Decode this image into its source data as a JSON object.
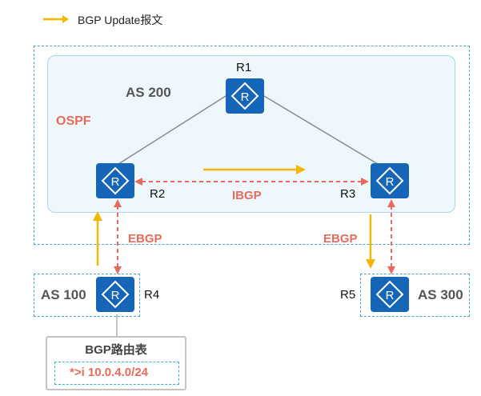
{
  "legend": {
    "label": "BGP Update报文"
  },
  "areas": {
    "as200": {
      "name": "AS 200",
      "igp": "OSPF"
    },
    "as100": {
      "name": "AS 100"
    },
    "as300": {
      "name": "AS 300"
    }
  },
  "routers": {
    "r1": "R1",
    "r2": "R2",
    "r3": "R3",
    "r4": "R4",
    "r5": "R5"
  },
  "sessions": {
    "ibgp": "IBGP",
    "ebgp_left": "EBGP",
    "ebgp_right": "EBGP"
  },
  "bgp_table": {
    "title": "BGP路由表",
    "entry": "*>i  10.0.4.0/24"
  },
  "colors": {
    "router_fill": "#1565b8",
    "update_arrow": "#f2b705",
    "session_line": "#e66b5b",
    "accent_text": "#e66b5b",
    "area_border": "#4aa3c9"
  },
  "icons": [
    "router-icon",
    "update-arrow"
  ]
}
